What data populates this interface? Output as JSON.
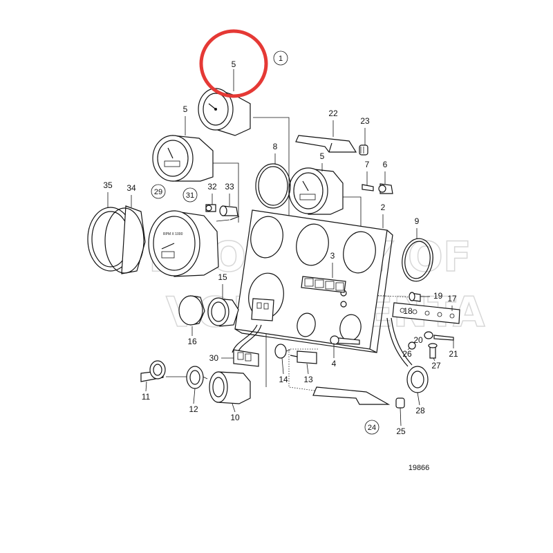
{
  "diagram": {
    "reference_number": "19866",
    "watermark_lines": [
      "PROPERTY OF",
      "VOLVO PENTA"
    ],
    "highlight_color": "#e53935",
    "highlight_label": "5",
    "gauge_face_text": "RPM X 1000",
    "labels": {
      "p1": "1",
      "p2": "2",
      "p3": "3",
      "p4": "4",
      "p5a": "5",
      "p5b": "5",
      "p6": "6",
      "p7": "7",
      "p8": "8",
      "p9": "9",
      "p10": "10",
      "p11": "11",
      "p12": "12",
      "p13": "13",
      "p14": "14",
      "p15": "15",
      "p16": "16",
      "p17": "17",
      "p18": "18",
      "p19": "19",
      "p20": "20",
      "p21": "21",
      "p22": "22",
      "p23": "23",
      "p24": "24",
      "p25": "25",
      "p26": "26",
      "p27": "27",
      "p28": "28",
      "p29": "29",
      "p30": "30",
      "p31": "31",
      "p32": "32",
      "p33": "33",
      "p34": "34",
      "p35": "35"
    }
  }
}
